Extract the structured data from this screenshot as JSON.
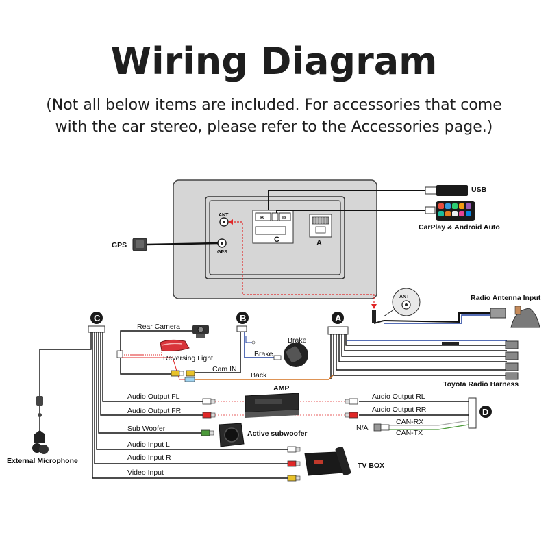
{
  "header": {
    "title": "Wiring Diagram",
    "subtitle_line1": "(Not all below items are included. For accessories that come",
    "subtitle_line2": "with the car stereo, please refer to the Accessories page.)"
  },
  "head_unit": {
    "ant_label": "ANT",
    "gps_label": "GPS",
    "connector_b": "B",
    "connector_d": "D",
    "connector_c": "C",
    "connector_a": "A"
  },
  "external": {
    "gps": "GPS",
    "usb": "USB",
    "carplay": "CarPlay & Android Auto",
    "antenna_adapter": "ANT",
    "radio_antenna_input": "Radio Antenna Input",
    "toyota_harness": "Toyota Radio Harness"
  },
  "harness_b": {
    "badge": "B",
    "rear_camera": "Rear Camera",
    "reversing_light": "Reversing Light",
    "brake_device": "Brake",
    "brake_wire": "Brake",
    "cam_in": "Cam IN",
    "back": "Back"
  },
  "harness_c": {
    "badge": "C",
    "external_microphone": "External Microphone",
    "audio_output_fl": "Audio Output FL",
    "audio_output_fr": "Audio Output FR",
    "sub_woofer": "Sub Woofer",
    "active_subwoofer": "Active subwoofer",
    "audio_input_l": "Audio Input L",
    "audio_input_r": "Audio Input R",
    "video_input": "Video Input",
    "amp": "AMP",
    "tv_box": "TV BOX"
  },
  "harness_a": {
    "badge": "A"
  },
  "harness_d": {
    "badge": "D",
    "audio_output_rl": "Audio Output RL",
    "audio_output_rr": "Audio Output RR",
    "can_rx": "CAN-RX",
    "can_tx": "CAN-TX",
    "na": "N/A"
  },
  "colors": {
    "panel_fill": "#d6d6d6",
    "badge_fill": "#1a1a1a",
    "wire_blue": "#1f3f9e",
    "wire_orange": "#d4701e",
    "wire_red": "#e02828",
    "wire_green": "#4c9a3a",
    "wire_yellow": "#e8c22a"
  }
}
